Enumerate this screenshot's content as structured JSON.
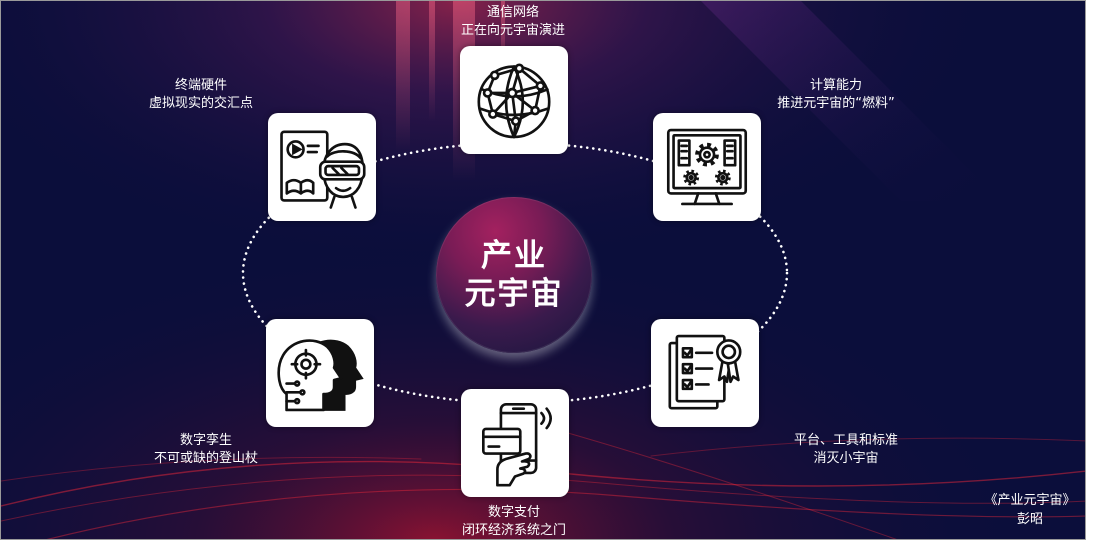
{
  "center": {
    "line1": "产业",
    "line2": "元宇宙"
  },
  "nodes": [
    {
      "id": "network",
      "icon": "globe-network-icon",
      "line1": "通信网络",
      "line2": "正在向元宇宙演进"
    },
    {
      "id": "computing",
      "icon": "computer-gears-icon",
      "line1": "计算能力",
      "line2": "推进元宇宙的“燃料”"
    },
    {
      "id": "platform",
      "icon": "certificate-checklist-icon",
      "line1": "平台、工具和标准",
      "line2": "消灭小宇宙"
    },
    {
      "id": "payment",
      "icon": "mobile-payment-icon",
      "line1": "数字支付",
      "line2": "闭环经济系统之门"
    },
    {
      "id": "twin",
      "icon": "digital-twin-icon",
      "line1": "数字孪生",
      "line2": "不可或缺的登山杖"
    },
    {
      "id": "hardware",
      "icon": "vr-headset-icon",
      "line1": "终端硬件",
      "line2": "虚拟现实的交汇点"
    }
  ],
  "footer": {
    "book": "《产业元宇宙》",
    "author": "彭昭"
  },
  "colors": {
    "background": "#0b0e3b",
    "accent": "#a3215f",
    "streak": "#ff2a3a",
    "ring": "#ffffff"
  }
}
